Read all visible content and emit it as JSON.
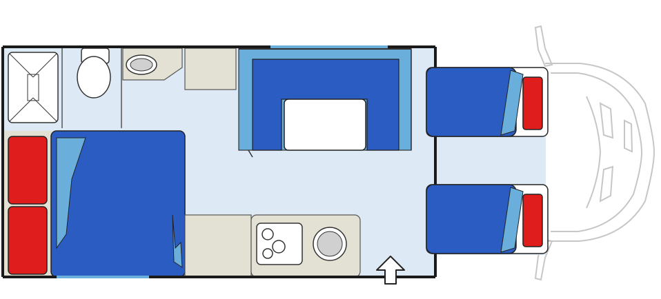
{
  "diagram": {
    "type": "motorhome-floor-plan",
    "orientation": "cab-right",
    "colors": {
      "floor": "#dde9f5",
      "wall": "#1a1a1a",
      "upholstery": "#2b5cc2",
      "upholstery_light": "#6aaedc",
      "pillow": "#e01d1d",
      "counter": "#e3e1d3",
      "cab_outline": "#c6c6c6",
      "fixture_white": "#ffffff"
    },
    "areas": [
      "shower",
      "toilet",
      "washbasin",
      "wardrobe",
      "dinette",
      "dinette-table",
      "rear-bed",
      "kitchen-counter",
      "hob",
      "sink",
      "cab-seat-driver",
      "cab-seat-passenger",
      "entrance-door"
    ],
    "hob_burners": 3
  }
}
